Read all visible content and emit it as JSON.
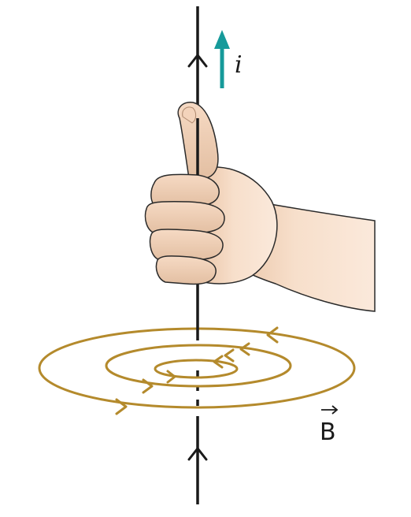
{
  "labels": {
    "current": "i",
    "field": "B"
  },
  "colors": {
    "wire": "#1a1a1a",
    "current_arrow": "#169a9a",
    "field_lines": "#b48a2c",
    "skin": "#f6dcc6",
    "skin_shadow": "#e2bca0",
    "outline": "#2a2a2a"
  },
  "icons": {
    "field_vector_arrow": "right-arrow-over-letter"
  }
}
